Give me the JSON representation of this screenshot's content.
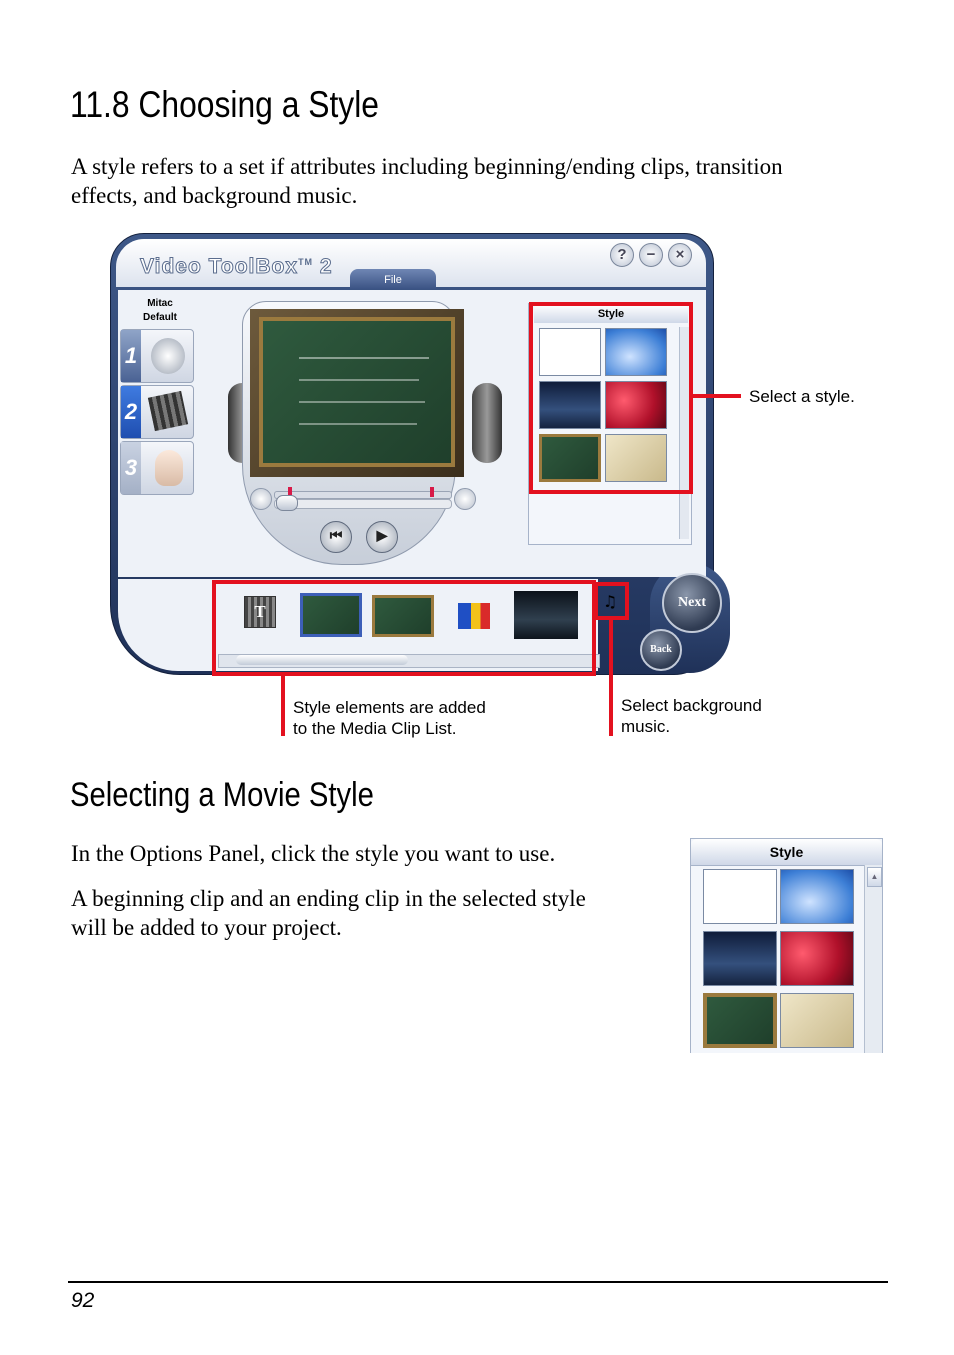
{
  "heading": "11.8  Choosing a Style",
  "intro": {
    "line1": "A style refers to a set if attributes including beginning/ending clips, transition",
    "line2": "effects, and background music."
  },
  "app": {
    "title": "Video ToolBox",
    "title_tm": "TM",
    "title_ver": "2",
    "menu_file": "File",
    "style_label_line1": "Mitac",
    "style_label_line2": "Default",
    "steps": [
      "1",
      "2",
      "3"
    ],
    "panel_title": "Style",
    "clip_t_label": "T",
    "next_label": "Next",
    "back_label": "Back",
    "window_buttons": [
      "?",
      "−",
      "×"
    ]
  },
  "annotations": {
    "select_style": "Select a style.",
    "elements_line1": "Style elements are added",
    "elements_line2": "to the Media Clip List.",
    "bgm_line1": "Select background",
    "bgm_line2": "music."
  },
  "section2_heading": "Selecting a Movie Style",
  "section2_p1": "In the Options Panel, click the style you want to use.",
  "section2_p2_line1": "A beginning clip and an ending clip in the selected style",
  "section2_p2_line2": "will be added to your project.",
  "style_panel_title": "Style",
  "page_number": "92",
  "colors": {
    "accent_red": "#e3111f",
    "window_navy": "#2b3f66",
    "panel_bg": "#eef2f8"
  }
}
